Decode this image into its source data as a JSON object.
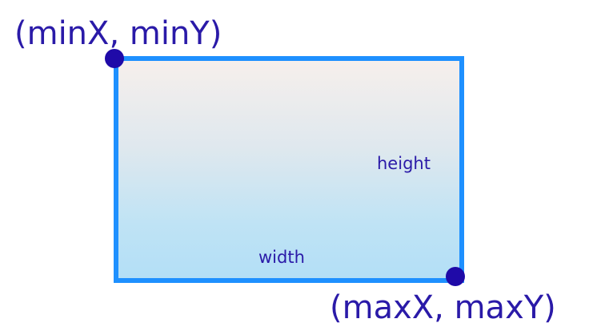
{
  "diagram": {
    "corner_min_label": "(minX, minY)",
    "corner_max_label": "(maxX, maxY)",
    "height_label": "height",
    "width_label": "width"
  },
  "colors": {
    "border": "#1e90ff",
    "text": "#2a1aa8",
    "point": "#1f0aa8",
    "fill_top": "#f6efec",
    "fill_bottom": "#b3dff6"
  }
}
